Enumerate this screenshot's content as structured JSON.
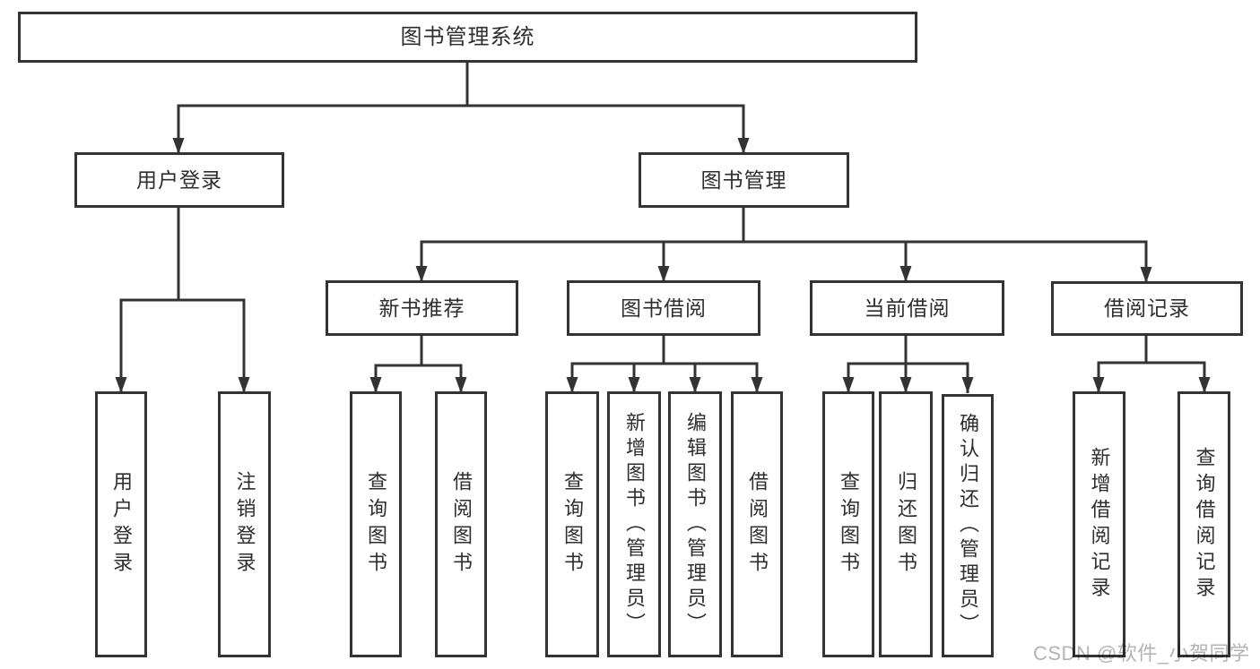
{
  "diagram": {
    "type": "tree",
    "title": "图书管理系统",
    "colors": {
      "line": "#333333",
      "box_border": "#333333",
      "box_fill": "#ffffff",
      "text": "#2e2e2e",
      "background": "#ffffff",
      "watermark": "#b3b3b3"
    }
  },
  "tree": {
    "label": "图书管理系统",
    "children": [
      {
        "label": "用户登录",
        "children": [
          {
            "label": "用户登录"
          },
          {
            "label": "注销登录"
          }
        ]
      },
      {
        "label": "图书管理",
        "children": [
          {
            "label": "新书推荐",
            "children": [
              {
                "label": "查询图书"
              },
              {
                "label": "借阅图书"
              }
            ]
          },
          {
            "label": "图书借阅",
            "children": [
              {
                "label": "查询图书"
              },
              {
                "label": "新增图书（管理员）"
              },
              {
                "label": "编辑图书（管理员）"
              },
              {
                "label": "借阅图书"
              }
            ]
          },
          {
            "label": "当前借阅",
            "children": [
              {
                "label": "查询图书"
              },
              {
                "label": "归还图书"
              },
              {
                "label": "确认归还（管理员）"
              }
            ]
          },
          {
            "label": "借阅记录",
            "children": [
              {
                "label": "新增借阅记录"
              },
              {
                "label": "查询借阅记录"
              }
            ]
          }
        ]
      }
    ]
  },
  "watermark": {
    "text": "CSDN @软件_小贺同学"
  }
}
